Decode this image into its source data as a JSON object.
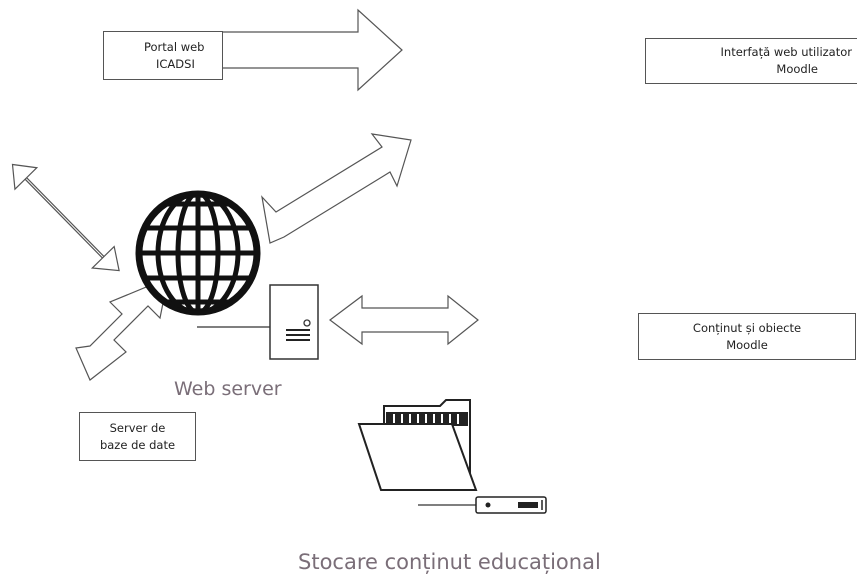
{
  "boxes": {
    "portal": {
      "line1": "Portal web",
      "line2": "ICADSI"
    },
    "moodle_ui": {
      "line1": "Interfață web utilizator",
      "line2": "Moodle"
    },
    "content": {
      "line1": "Conținut și obiecte",
      "line2": "Moodle"
    },
    "db_server": {
      "line1": "Server de",
      "line2": "baze de date"
    }
  },
  "labels": {
    "web_server": "Web server",
    "storage": "Stocare conținut educațional"
  },
  "colors": {
    "arrow_stroke": "#555555",
    "arrow_fill": "#ffffff",
    "caption_text": "#7a6e78",
    "globe": "#111111"
  }
}
